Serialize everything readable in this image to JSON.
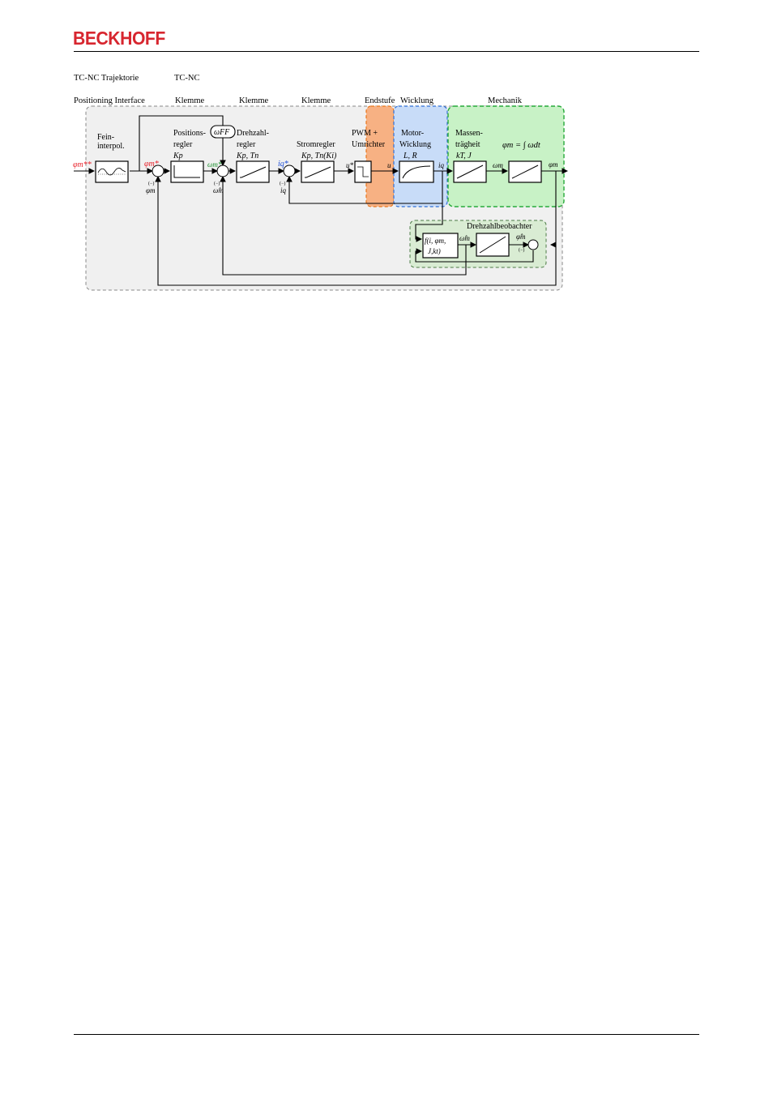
{
  "header": {
    "logo_text": "BECKHOFF"
  },
  "diagram": {
    "top_labels": {
      "tc_nc_trajektorie": "TC-NC Trajektorie",
      "tc_nc": "TC-NC",
      "positioning_interface": "Positioning Interface",
      "klemme_1": "Klemme",
      "klemme_2": "Klemme",
      "klemme_3": "Klemme",
      "endstufe": "Endstufe",
      "wicklung": "Wicklung",
      "mechanik": "Mechanik"
    },
    "blocks": {
      "fein_1": "Fein-",
      "fein_2": "interpol.",
      "pos_1": "Positions-",
      "pos_2": "regler",
      "pos_3": "Kp",
      "dz_1": "Drehzahl-",
      "dz_2": "regler",
      "dz_3": "Kp, Tn",
      "strom_1": "Stromregler",
      "strom_2": "Kp, Tn(Ki)",
      "pwm_1": "PWM +",
      "pwm_2": "Umrichter",
      "motor_1": "Motor-",
      "motor_2": "Wicklung",
      "motor_3": "L, R",
      "mass_1": "Massen-",
      "mass_2": "trägheit",
      "mass_3": "kT, J",
      "integral_eq": "φm = ∫ ωdt",
      "wff": "ωFF",
      "observer_title": "Drehzahlbeobachter",
      "observer_f_1": "f(i, φm,",
      "observer_f_2": "J,kt)"
    },
    "signals": {
      "phi_in": "φm**",
      "phi_star": "φm*",
      "phi_fb": "φm",
      "omega_star": "ωm*",
      "omega_hat": "ω̂m",
      "iq_star": "iq*",
      "iq_fb": "iq",
      "u_star": "u*",
      "u": "u",
      "iq_out": "iq",
      "omega_m": "ωm",
      "phi_m_out": "φm",
      "omega_hat_obs": "ω̂m",
      "phi_hat_obs": "φ̂m",
      "minus": "(−)"
    },
    "colors": {
      "red": "#e8212a",
      "blue": "#1d4ed8",
      "green": "#1a8f2c",
      "orange_fill": "#f7b183",
      "orange_stroke": "#e8761c",
      "blue_fill": "#c8dcf8",
      "blue_stroke": "#2e6fd8",
      "green_fill": "#c8f2c6",
      "green_stroke": "#27a93a",
      "obs_fill": "#d9ecd3"
    }
  }
}
